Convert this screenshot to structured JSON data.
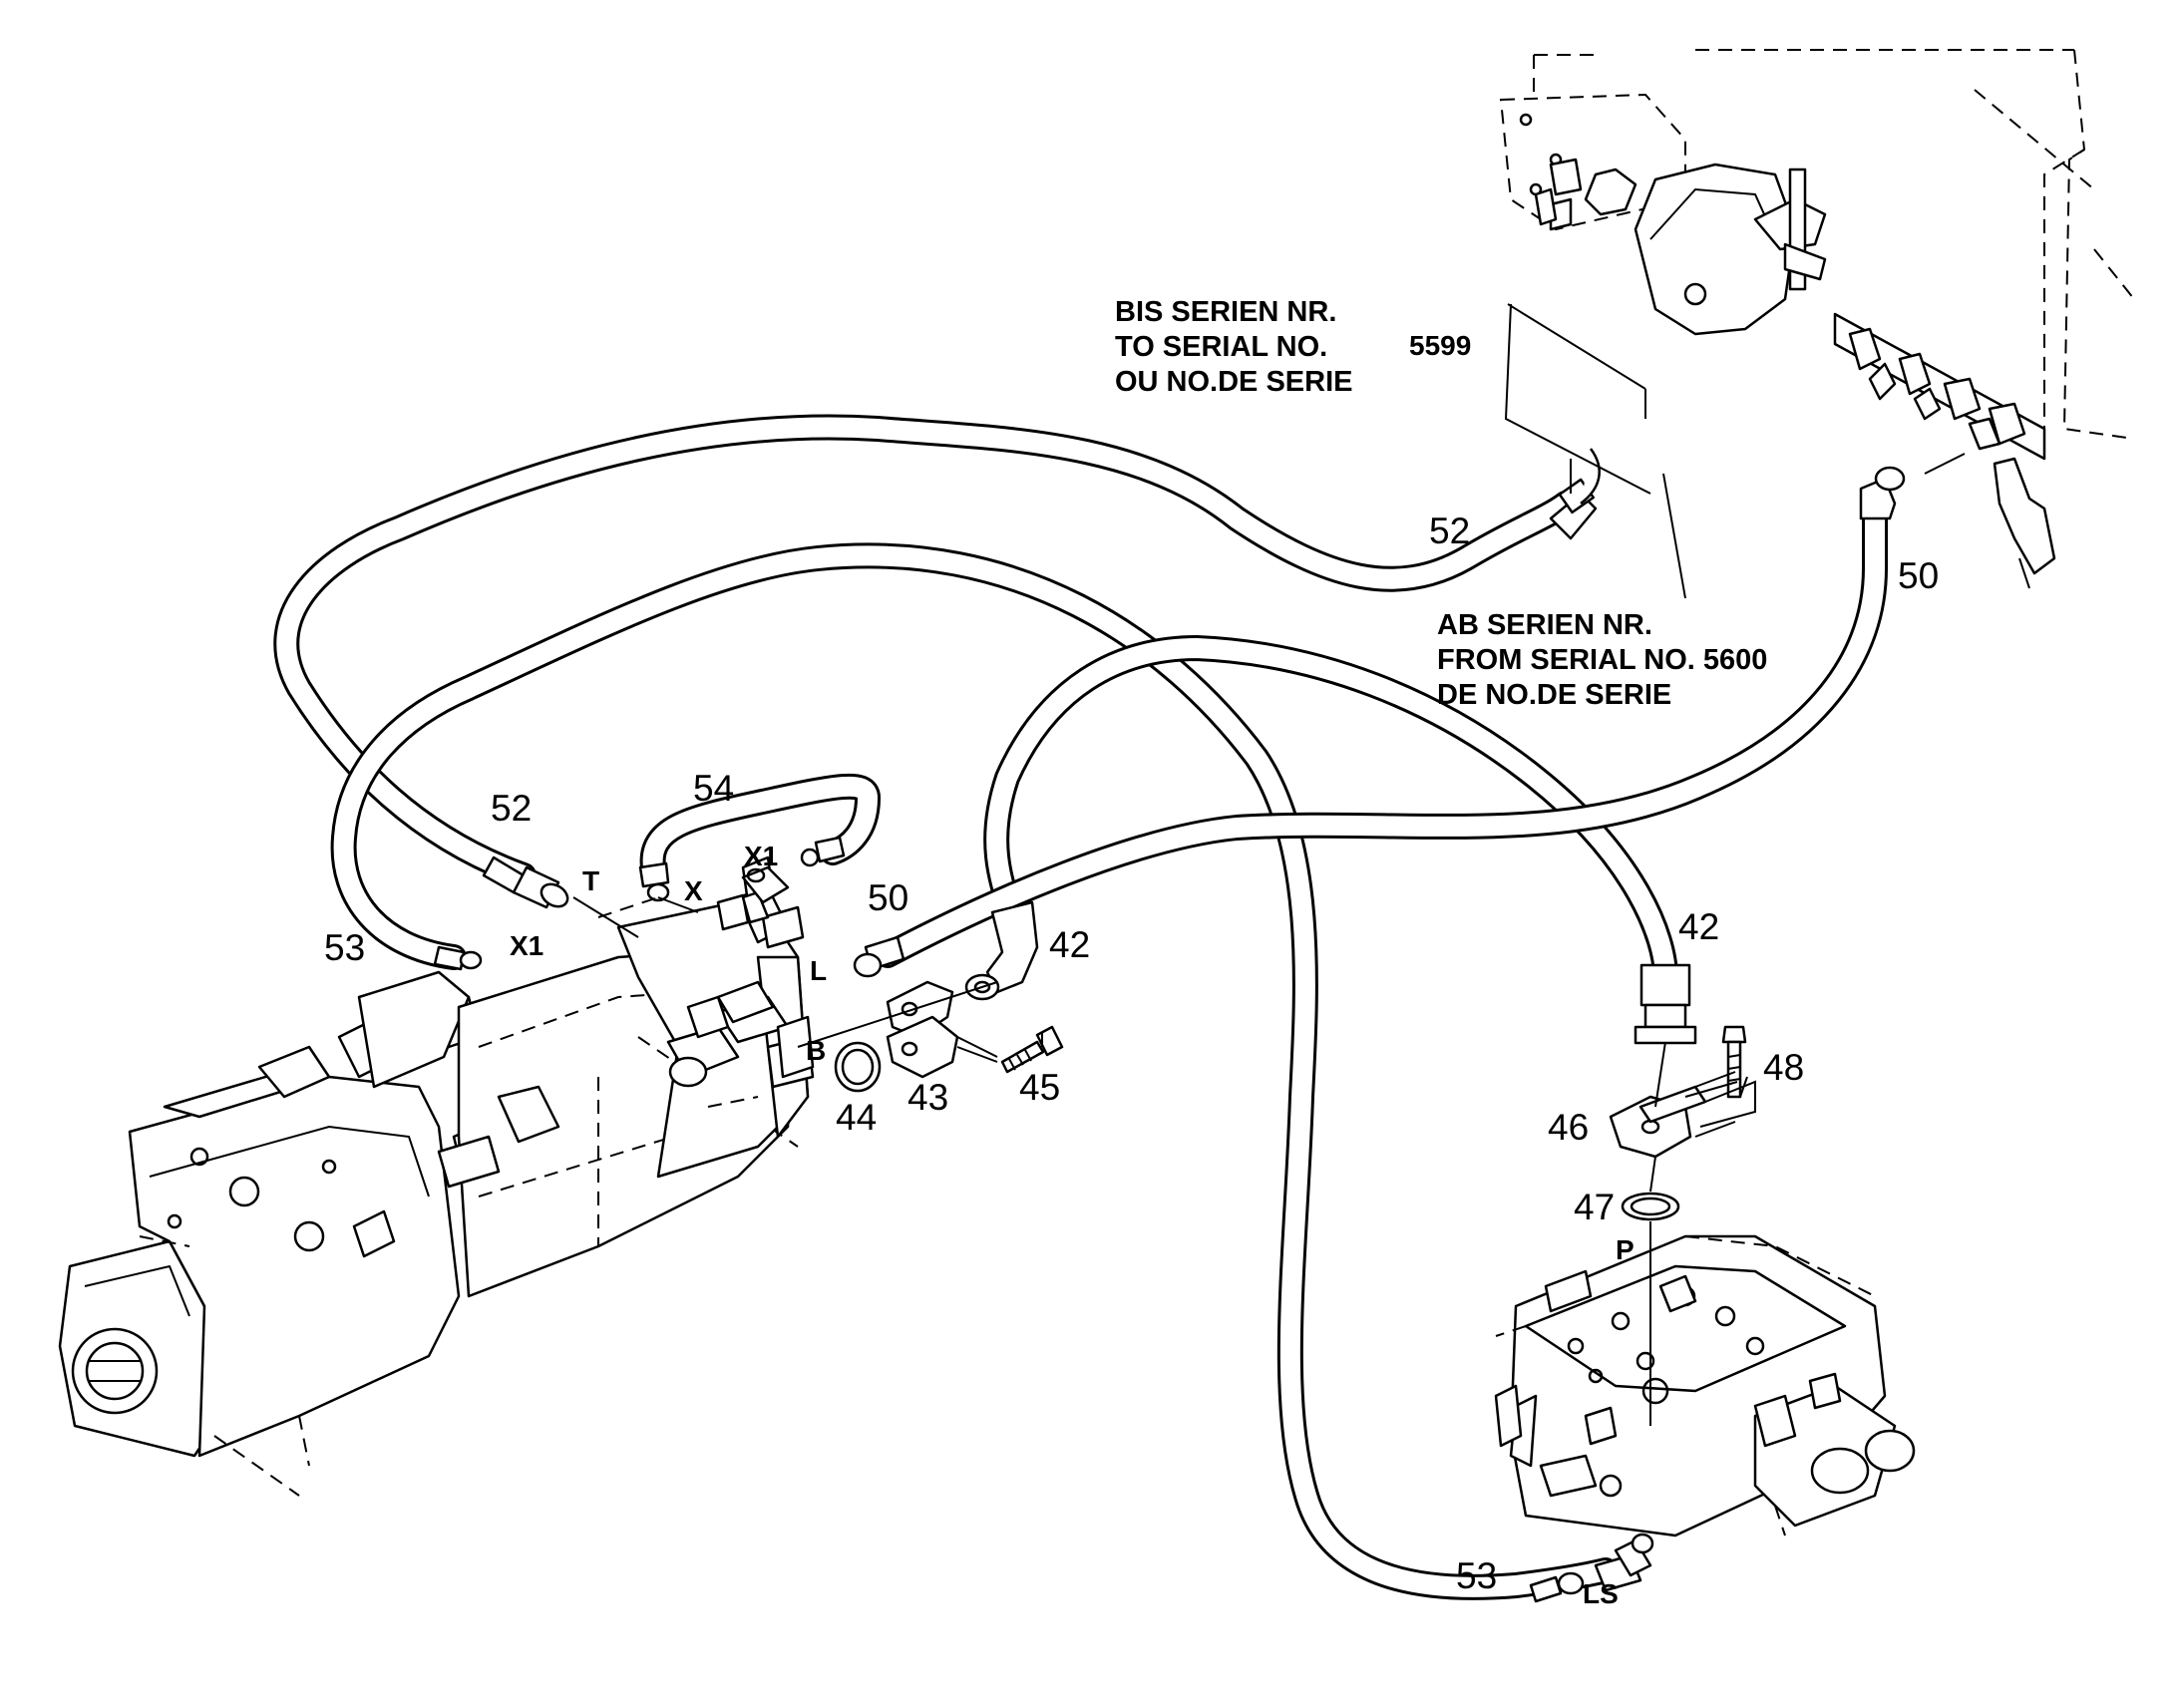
{
  "notes": {
    "upper": {
      "lines": [
        "BIS SERIEN NR.",
        "TO SERIAL NO.",
        "OU NO.DE SERIE"
      ],
      "serial": "5599"
    },
    "lower": {
      "lines": [
        "AB SERIEN NR.",
        "FROM SERIAL NO. 5600",
        "DE NO.DE SERIE"
      ]
    }
  },
  "callouts": {
    "c52_top": "52",
    "c50_top": "50",
    "c52": "52",
    "c54": "54",
    "c53": "53",
    "c50": "50",
    "c42": "42",
    "c42_right": "42",
    "c48": "48",
    "c46": "46",
    "c47": "47",
    "c44": "44",
    "c43": "43",
    "c45": "45",
    "c53_bottom": "53"
  },
  "ports": {
    "T": "T",
    "X": "X",
    "X1_upper": "X1",
    "X1_left": "X1",
    "L": "L",
    "B": "B",
    "P": "P",
    "LS": "LS"
  }
}
